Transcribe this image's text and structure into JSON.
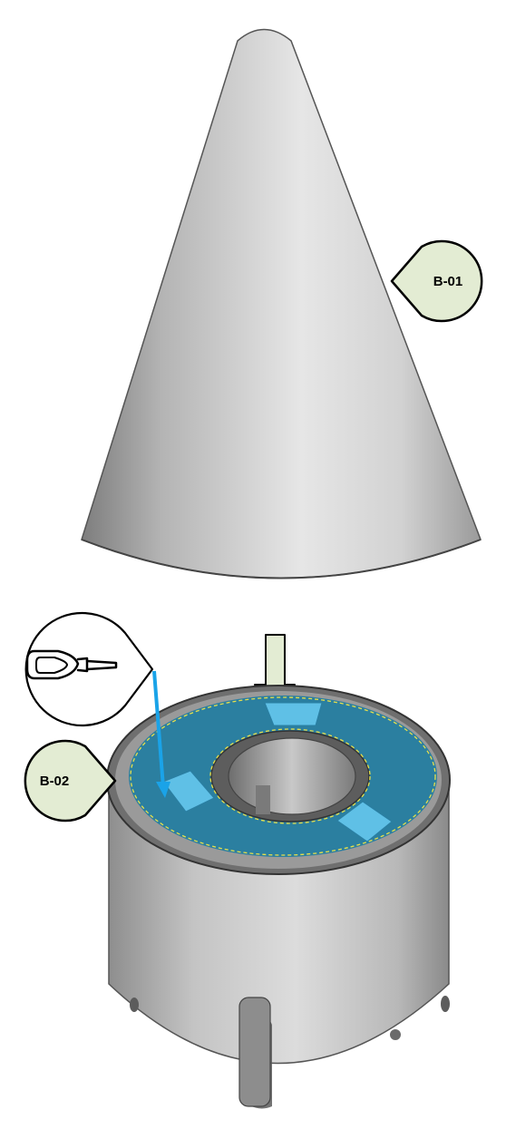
{
  "parts": [
    {
      "id": "cone-part",
      "label": "B-01"
    },
    {
      "id": "hub-part",
      "label": "B-02"
    }
  ],
  "colors": {
    "part_gray": "#c9c9c9",
    "part_dark": "#8a8a8a",
    "callout_fill": "#e3ecd3",
    "glue_area": "#2b7fa0",
    "pocket": "#5fc0e6",
    "glue_outline": "#e8e04a",
    "arrow": "#e3ecd3",
    "leader": "#1aa3e8"
  },
  "icons": {
    "assembly_arrow": "down-arrow-icon",
    "glue_tool": "glue-applicator-icon"
  }
}
